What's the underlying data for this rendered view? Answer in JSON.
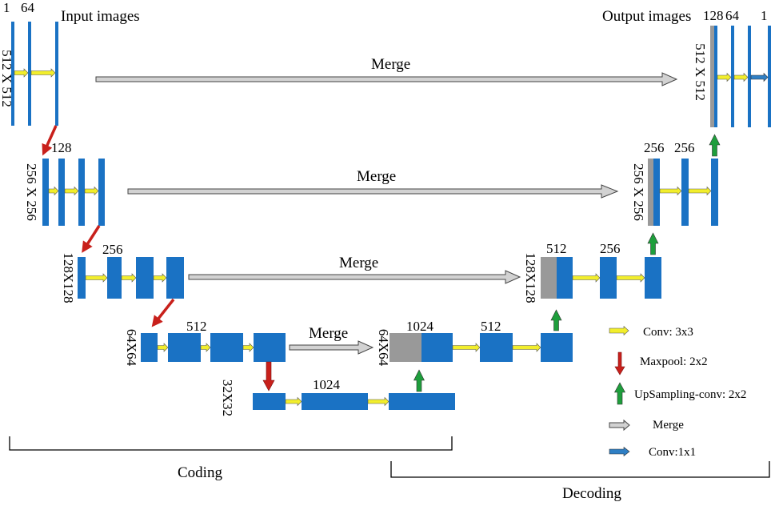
{
  "colors": {
    "block": "#1a72c4",
    "merge_block": "#999999",
    "conv": "#f2ee2c",
    "pool": "#c8201b",
    "up": "#1e9e3c",
    "merge_arrow": "#d2d2d2",
    "conv1x1": "#2f7fc4"
  },
  "labels": {
    "input_images": "Input images",
    "output_images": "Output images",
    "merge": "Merge",
    "coding": "Coding",
    "decoding": "Decoding",
    "n1": "1",
    "n64": "64",
    "n128": "128",
    "n256": "256",
    "n512": "512",
    "n1024": "1024",
    "s512": "512 X 512",
    "s256": "256 X 256",
    "s128": "128X128",
    "s64": "64X64",
    "s32": "32X32"
  },
  "legend": {
    "conv": "Conv: 3x3",
    "maxpool": "Maxpool: 2x2",
    "upsampling": "UpSampling-conv: 2x2",
    "merge": "Merge",
    "conv1x1": "Conv:1x1"
  }
}
